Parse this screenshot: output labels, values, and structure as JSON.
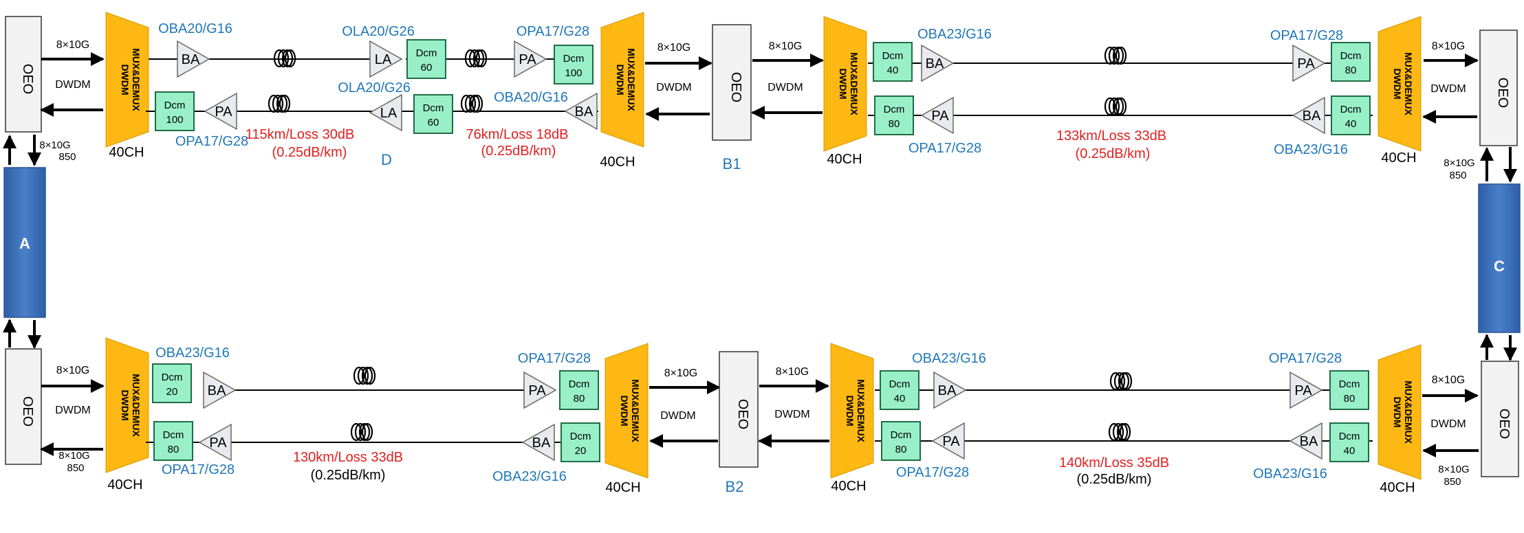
{
  "colors": {
    "mux_fill": "#FDB813",
    "dcm_fill": "#99F0C8",
    "dcm_stroke": "#1E6B44",
    "amp_fill": "#E8EAEE",
    "oeo_fill": "#F2F2F2",
    "node_fill": "#3A6FBA",
    "blue_text": "#1F77B8",
    "red_text": "#E02020",
    "line": "#000000"
  },
  "text": {
    "oeo": "OEO",
    "mux_line1": "DWDM",
    "mux_line2": "MUX&DEMUX",
    "ch40": "40CH",
    "rate": "8×10G",
    "rate850": "8×10G",
    "n850": "850",
    "dwdm": "DWDM",
    "dcm": "Dcm",
    "ba": "BA",
    "pa": "PA",
    "la": "LA"
  },
  "nodes": {
    "a": "A",
    "c": "C",
    "b1": "B1",
    "b2": "B2",
    "d": "D"
  },
  "dcm_values": {
    "r1_tx1": "60",
    "r1_tx2": "100",
    "r1_rx1": "100",
    "r1_rx2": "60",
    "r2_tx1": "40",
    "r2_tx2": "80",
    "r2_rx1": "80",
    "r2_rx2": "40",
    "r3_tx1": "20",
    "r3_tx2": "80",
    "r3_rx1": "80",
    "r3_rx2": "20",
    "r4_tx1": "40",
    "r4_tx2": "80",
    "r4_rx1": "80",
    "r4_rx2": "40"
  },
  "amp_labels": {
    "r1_oba_tx": "OBA20/G16",
    "r1_ola_tx": "OLA20/G26",
    "r1_opa_tx": "OPA17/G28",
    "r1_opa_rx": "OPA17/G28",
    "r1_ola_rx": "OLA20/G26",
    "r1_oba_rx": "OBA20/G16",
    "r2_oba_tx": "OBA23/G16",
    "r2_opa_tx": "OPA17/G28",
    "r2_opa_rx": "OPA17/G28",
    "r2_oba_rx": "OBA23/G16",
    "r3_oba_tx": "OBA23/G16",
    "r3_opa_tx": "OPA17/G28",
    "r3_opa_rx": "OPA17/G28",
    "r3_oba_rx": "OBA23/G16",
    "r4_oba_tx": "OBA23/G16",
    "r4_opa_tx": "OPA17/G28",
    "r4_opa_rx": "OPA17/G28",
    "r4_oba_rx": "OBA23/G16"
  },
  "spans": {
    "s1a_loss": "115km/Loss 30dB",
    "s1a_coef": "(0.25dB/km)",
    "s1b_loss": "76km/Loss 18dB",
    "s1b_coef": "(0.25dB/km)",
    "s2_loss": "133km/Loss 33dB",
    "s2_coef": "(0.25dB/km)",
    "s3_loss": "130km/Loss 33dB",
    "s3_coef": "(0.25dB/km)",
    "s4_loss": "140km/Loss 35dB",
    "s4_coef": "(0.25dB/km)"
  }
}
